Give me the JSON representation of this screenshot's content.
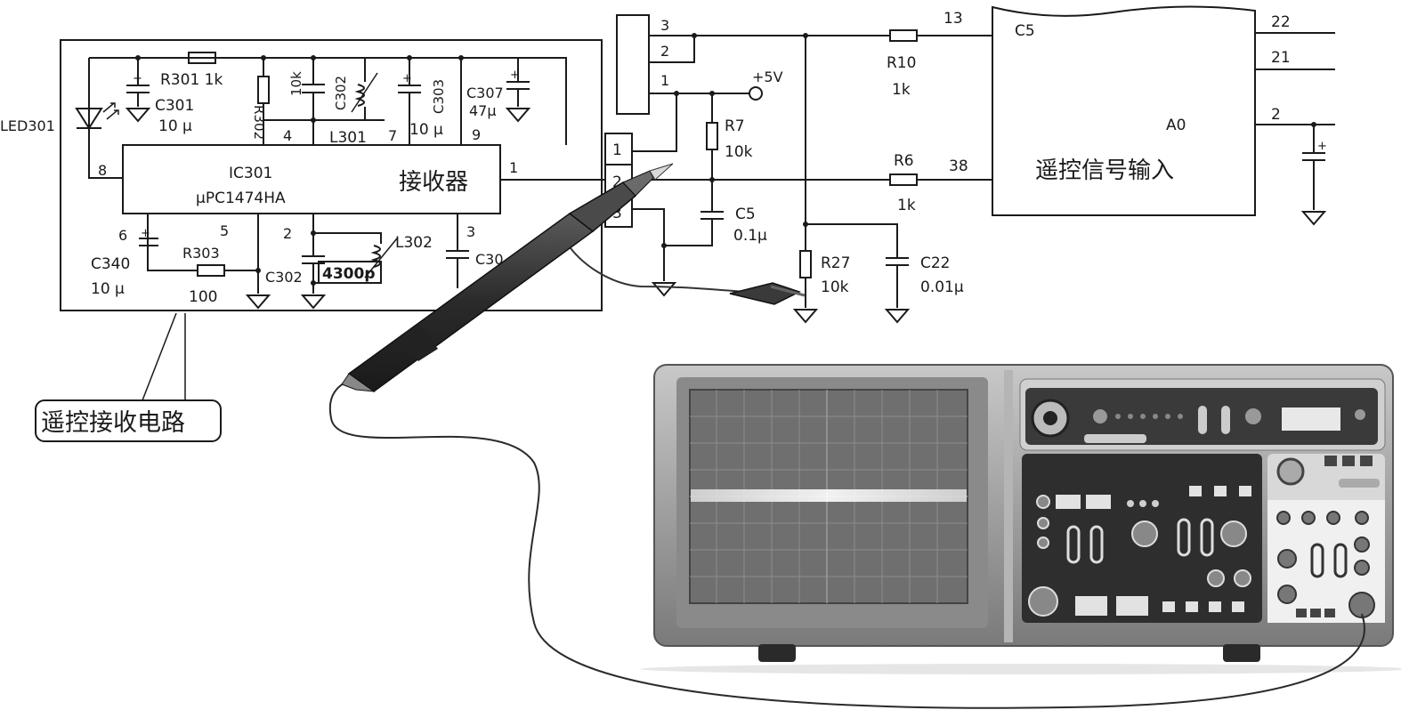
{
  "labels": {
    "led": "LED301",
    "r301": "R301 1k",
    "c301": "C301",
    "c301_val": "10 μ",
    "r302": "R302",
    "r302_val": "10k",
    "c302_top": "C302",
    "c303": "C303",
    "c307": "C307",
    "c307_val": "47μ",
    "pin4": "4",
    "l301": "L301",
    "pin7": "7",
    "c303_val": "10 μ",
    "pin9": "9",
    "pin8": "8",
    "ic_name": "IC301",
    "ic_part": "μPC1474HA",
    "ic_func": "接收器",
    "pin1_ic": "1",
    "pin6": "6",
    "pin5": "5",
    "pin2_ic": "2",
    "l302": "L302",
    "pin3_ic": "3",
    "c340": "C340",
    "c340_val": "10 μ",
    "r303": "R303",
    "r303_val": "100",
    "c302_bot": "C302",
    "c302_bot_val": "4300p",
    "c30x": "C30",
    "conn_top": [
      "3",
      "2",
      "1"
    ],
    "conn_box": [
      "1",
      "2",
      "3"
    ],
    "vcc": "+5V",
    "r7": "R7",
    "r7_val": "10k",
    "c5": "C5",
    "c5_val": "0.1μ",
    "r10": "R10",
    "r10_val": "1k",
    "pin13": "13",
    "r6": "R6",
    "r6_val": "1k",
    "pin38": "38",
    "r27": "R27",
    "r27_val": "10k",
    "c22": "C22",
    "c22_val": "0.01μ",
    "mcu_name": "C5",
    "mcu_func": "遥控信号输入",
    "mcu_pin_a0": "A0",
    "out_pins": [
      "22",
      "21",
      "2"
    ],
    "callout": "遥控接收电路"
  },
  "colors": {
    "line": "#1a1a1a",
    "probe_dark": "#3a3a3a",
    "scope_body": "#9a9a9a",
    "scope_panel": "#2e2e2e",
    "screen": "#6f6f6f"
  },
  "icons": [
    "probe-icon",
    "oscilloscope-icon",
    "ground-icon"
  ]
}
